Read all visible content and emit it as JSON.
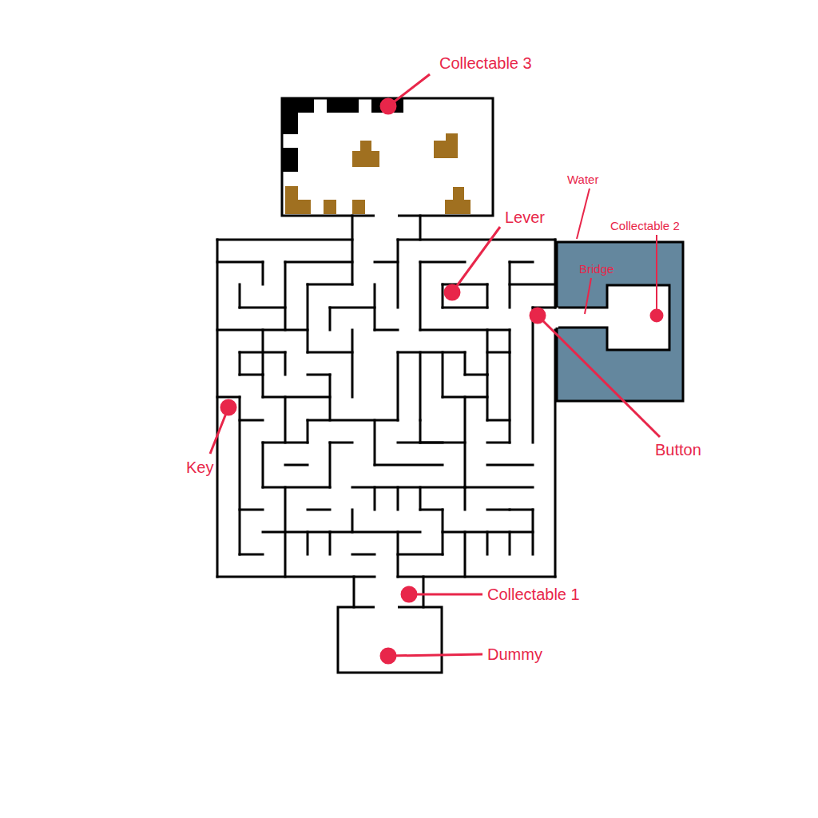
{
  "diagram": {
    "labels": [
      "Collectable 3",
      "Lever",
      "Water",
      "Collectable 2",
      "Bridge",
      "Button",
      "Key",
      "Collectable 1",
      "Dummy"
    ]
  }
}
